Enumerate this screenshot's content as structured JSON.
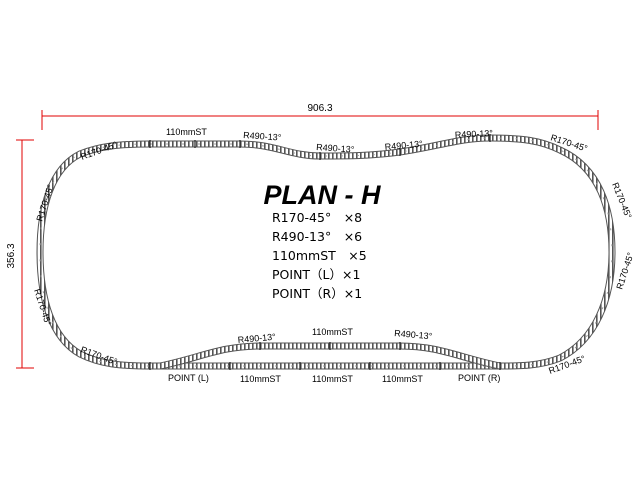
{
  "title": "PLAN - H",
  "parts": [
    "R170-45°　×8",
    "R490-13°　×6",
    "110mmST　×5",
    "POINT（L）×1",
    "POINT（R）×1"
  ],
  "dimensions": {
    "width": "906.3",
    "height": "356.3"
  },
  "labels": {
    "top_straight": "110mmST",
    "top_r490_1": "R490-13°",
    "top_r490_2": "R490-13°",
    "top_r490_3": "R490-13°",
    "top_r490_4": "R490-13°",
    "left_r170_1": "R170-45°",
    "left_r170_2": "R170-45°",
    "left_r170_3": "R170-45°",
    "left_r170_4": "R170-45°",
    "right_r170_1": "R170-45°",
    "right_r170_2": "R170-45°",
    "right_r170_3": "R170-45°",
    "right_r170_4": "R170-45°",
    "inner_r490_left": "R490-13°",
    "inner_r490_right": "R490-13°",
    "inner_straight": "110mmST",
    "point_left": "POINT (L)",
    "point_right": "POINT (R)",
    "bottom_st_1": "110mmST",
    "bottom_st_2": "110mmST",
    "bottom_st_3": "110mmST"
  }
}
